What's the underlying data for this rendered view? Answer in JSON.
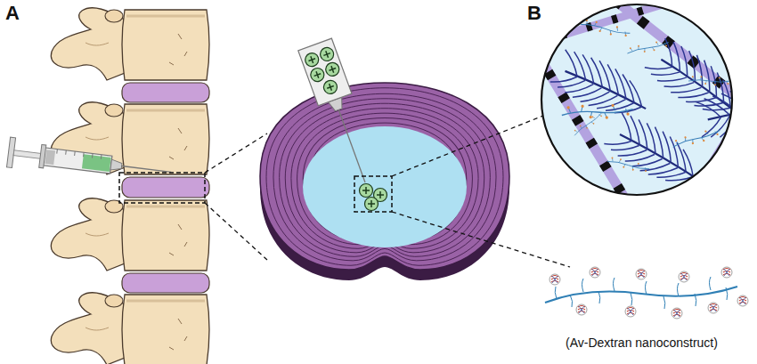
{
  "diagram": {
    "labels": [
      "A",
      "B",
      "(Av-Dextran nanoconstruct)"
    ]
  }
}
